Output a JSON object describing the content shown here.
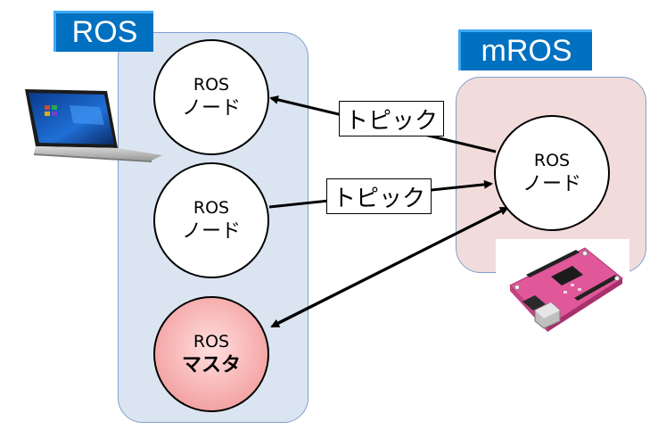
{
  "ros_panel": {
    "title": "ROS"
  },
  "mros_panel": {
    "title": "mROS"
  },
  "nodes": [
    {
      "line1": "ROS",
      "line2": "ノード"
    },
    {
      "line1": "ROS",
      "line2": "ノード"
    },
    {
      "line1": "ROS",
      "line2": "マスタ"
    },
    {
      "line1": "ROS",
      "line2": "ノード"
    }
  ],
  "topics": [
    "トピック",
    "トピック"
  ],
  "icons": {
    "laptop": "laptop-icon",
    "board": "microcontroller-board-icon"
  },
  "colors": {
    "title_bg": "#0070c0",
    "ros_panel_bg": "#dbe5f1",
    "mros_panel_bg": "#f2dcdb",
    "master_fill": "#f7b2b2",
    "board_pink": "#e0589a"
  }
}
